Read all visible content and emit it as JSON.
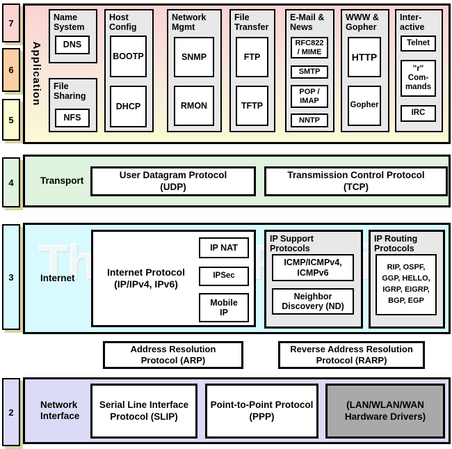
{
  "colors": {
    "layer7": "#fbd3d3",
    "layer6": "#fbcfa3",
    "layer5": "#fdfbd0",
    "transport": "#dff3df",
    "internet": "#d8f9fd",
    "network": "#dbdbf7",
    "group_bg": "#e8e8e8",
    "hw_box": "#a9a9a9",
    "shadow": "#d6d1a3",
    "border": "#000000"
  },
  "watermark": "The TCP/IP Guide",
  "rail": {
    "n7": "7",
    "n6": "6",
    "n5": "5",
    "n4": "4",
    "n3": "3",
    "n2": "2"
  },
  "application": {
    "label": "Application",
    "groups": {
      "name_system": {
        "title": "Name\nSystem",
        "dns": "DNS"
      },
      "file_sharing": {
        "title": "File\nSharing",
        "nfs": "NFS"
      },
      "host_config": {
        "title": "Host\nConfig",
        "bootp": "BOOTP",
        "dhcp": "DHCP"
      },
      "network_mgmt": {
        "title": "Network\nMgmt",
        "snmp": "SNMP",
        "rmon": "RMON"
      },
      "file_transfer": {
        "title": "File\nTransfer",
        "ftp": "FTP",
        "tftp": "TFTP"
      },
      "email_news": {
        "title": "E-Mail &\nNews",
        "rfc822": "RFC822\n/ MIME",
        "smtp": "SMTP",
        "pop_imap": "POP /\nIMAP",
        "nntp": "NNTP"
      },
      "www_gopher": {
        "title": "WWW &\nGopher",
        "http": "HTTP",
        "gopher": "Gopher"
      },
      "interactive": {
        "title": "Inter-\nactive",
        "telnet": "Telnet",
        "r_commands": "\"r\"\nCom-\nmands",
        "irc": "IRC"
      }
    }
  },
  "transport": {
    "label": "Transport",
    "udp": "User Datagram Protocol\n(UDP)",
    "tcp": "Transmission Control Protocol\n(TCP)"
  },
  "internet": {
    "label": "Internet",
    "ip": "Internet Protocol\n(IP/IPv4, IPv6)",
    "ip_nat": "IP NAT",
    "ipsec": "IPSec",
    "mobile_ip": "Mobile\nIP",
    "support": {
      "title": "IP Support\nProtocols",
      "icmp": "ICMP/ICMPv4,\nICMPv6",
      "nd": "Neighbor\nDiscovery (ND)"
    },
    "routing": {
      "title": "IP Routing\nProtocols",
      "list": "RIP, OSPF,\nGGP, HELLO,\nIGRP, EIGRP,\nBGP, EGP"
    }
  },
  "arp": "Address Resolution\nProtocol (ARP)",
  "rarp": "Reverse Address Resolution\nProtocol (RARP)",
  "network_interface": {
    "label": "Network\nInterface",
    "slip": "Serial Line Interface\nProtocol (SLIP)",
    "ppp": "Point-to-Point Protocol\n(PPP)",
    "hw": "(LAN/WLAN/WAN\nHardware Drivers)"
  }
}
